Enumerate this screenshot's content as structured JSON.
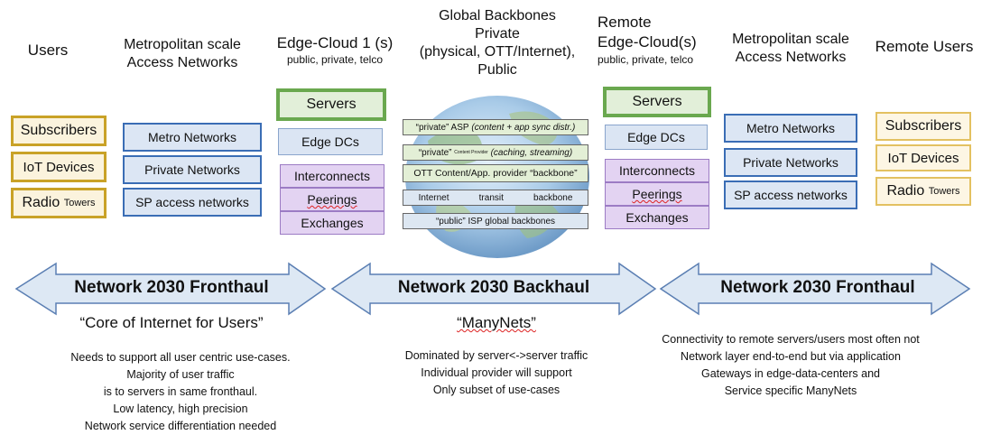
{
  "headers": {
    "users": "Users",
    "metro_left": [
      "Metropolitan scale",
      "Access Networks"
    ],
    "edge1": "Edge-Cloud 1 (s)",
    "edge1_sub": "public, private, telco",
    "global": [
      "Global Backbones",
      "Private",
      "(physical, OTT/Internet),",
      "Public"
    ],
    "remote_edge": [
      "Remote",
      "Edge-Cloud(s)"
    ],
    "remote_edge_sub": "public, private, telco",
    "metro_right": [
      "Metropolitan scale",
      "Access Networks"
    ],
    "remote_users": "Remote Users"
  },
  "left_users": [
    "Subscribers",
    "IoT Devices",
    "Radio"
  ],
  "left_users_small": "Towers",
  "left_access": [
    "Metro Networks",
    "Private Networks",
    "SP access networks"
  ],
  "edge_left": {
    "servers": "Servers",
    "dcs": "Edge DCs",
    "interconnects": "Interconnects",
    "peerings": "Peerings",
    "exchanges": "Exchanges"
  },
  "backbone": {
    "asp_a": "“private” ASP",
    "asp_b": "(content + app sync distr.)",
    "cp_a": "“private”",
    "cp_small": "Content Provider",
    "cp_b": "(caching, streaming)",
    "ott": "OTT Content/App. provider “backbone”",
    "transit": [
      "Internet",
      "transit",
      "backbone"
    ],
    "isp": "“public” ISP global backbones"
  },
  "edge_right": {
    "servers": "Servers",
    "dcs": "Edge DCs",
    "interconnects": "Interconnects",
    "peerings": "Peerings",
    "exchanges": "Exchanges"
  },
  "right_access": [
    "Metro Networks",
    "Private Networks",
    "SP access networks"
  ],
  "right_users": [
    "Subscribers",
    "IoT Devices",
    "Radio"
  ],
  "right_users_small": "Towers",
  "arrows": {
    "left": "Network 2030 Fronthaul",
    "mid": "Network 2030 Backhaul",
    "right": "Network 2030 Fronthaul"
  },
  "quotes": {
    "left": "“Core of Internet for Users”",
    "mid": "“ManyNets”"
  },
  "paras": {
    "left": [
      "Needs to support all user centric use-cases.",
      "Majority of user traffic",
      "is to servers in same fronthaul.",
      "Low latency, high precision",
      "Network service differentiation needed"
    ],
    "mid": [
      "Dominated by server<->server traffic",
      "Individual provider will support",
      "Only subset of use-cases"
    ],
    "right": [
      "Connectivity to remote servers/users most often not",
      "Network layer end-to-end but via application",
      "Gateways in edge-data-centers and",
      "Service specific ManyNets"
    ]
  },
  "colors": {
    "gold": "#c9a227",
    "blue": "#3a6db5",
    "green": "#6aa84f",
    "purple": "#9c7bc4",
    "arrow_fill": "#dde8f4",
    "arrow_stroke": "#5b7fb3"
  }
}
